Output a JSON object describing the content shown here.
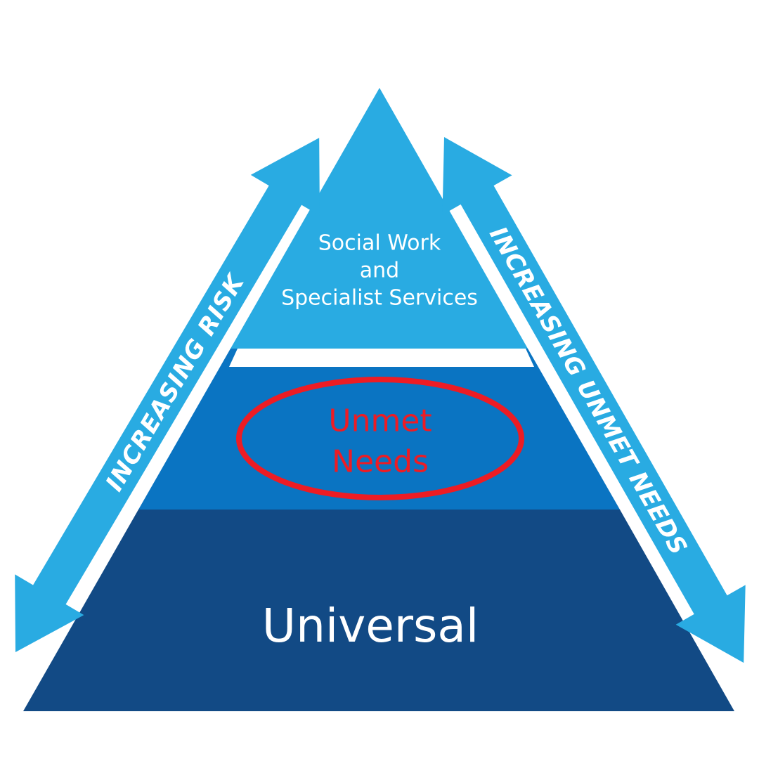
{
  "diagram": {
    "background": "#ffffff",
    "colors": {
      "tier_top": "#29ABE2",
      "tier_middle": "#0A74C2",
      "tier_bottom": "#124A85",
      "arrow": "#29ABE2",
      "separator": "#ffffff",
      "annotation_red": "#ED1C24",
      "text_white": "#ffffff"
    },
    "tiers": {
      "top": {
        "line1": "Social Work",
        "line2": "and",
        "line3": "Specialist Services"
      },
      "middle": {
        "annotation_line1": "Unmet",
        "annotation_line2": "Needs"
      },
      "bottom": {
        "label": "Universal"
      }
    },
    "arrows": {
      "left": {
        "label": "INCREASING RISK"
      },
      "right": {
        "label": "INCREASING UNMET NEEDS"
      }
    }
  }
}
